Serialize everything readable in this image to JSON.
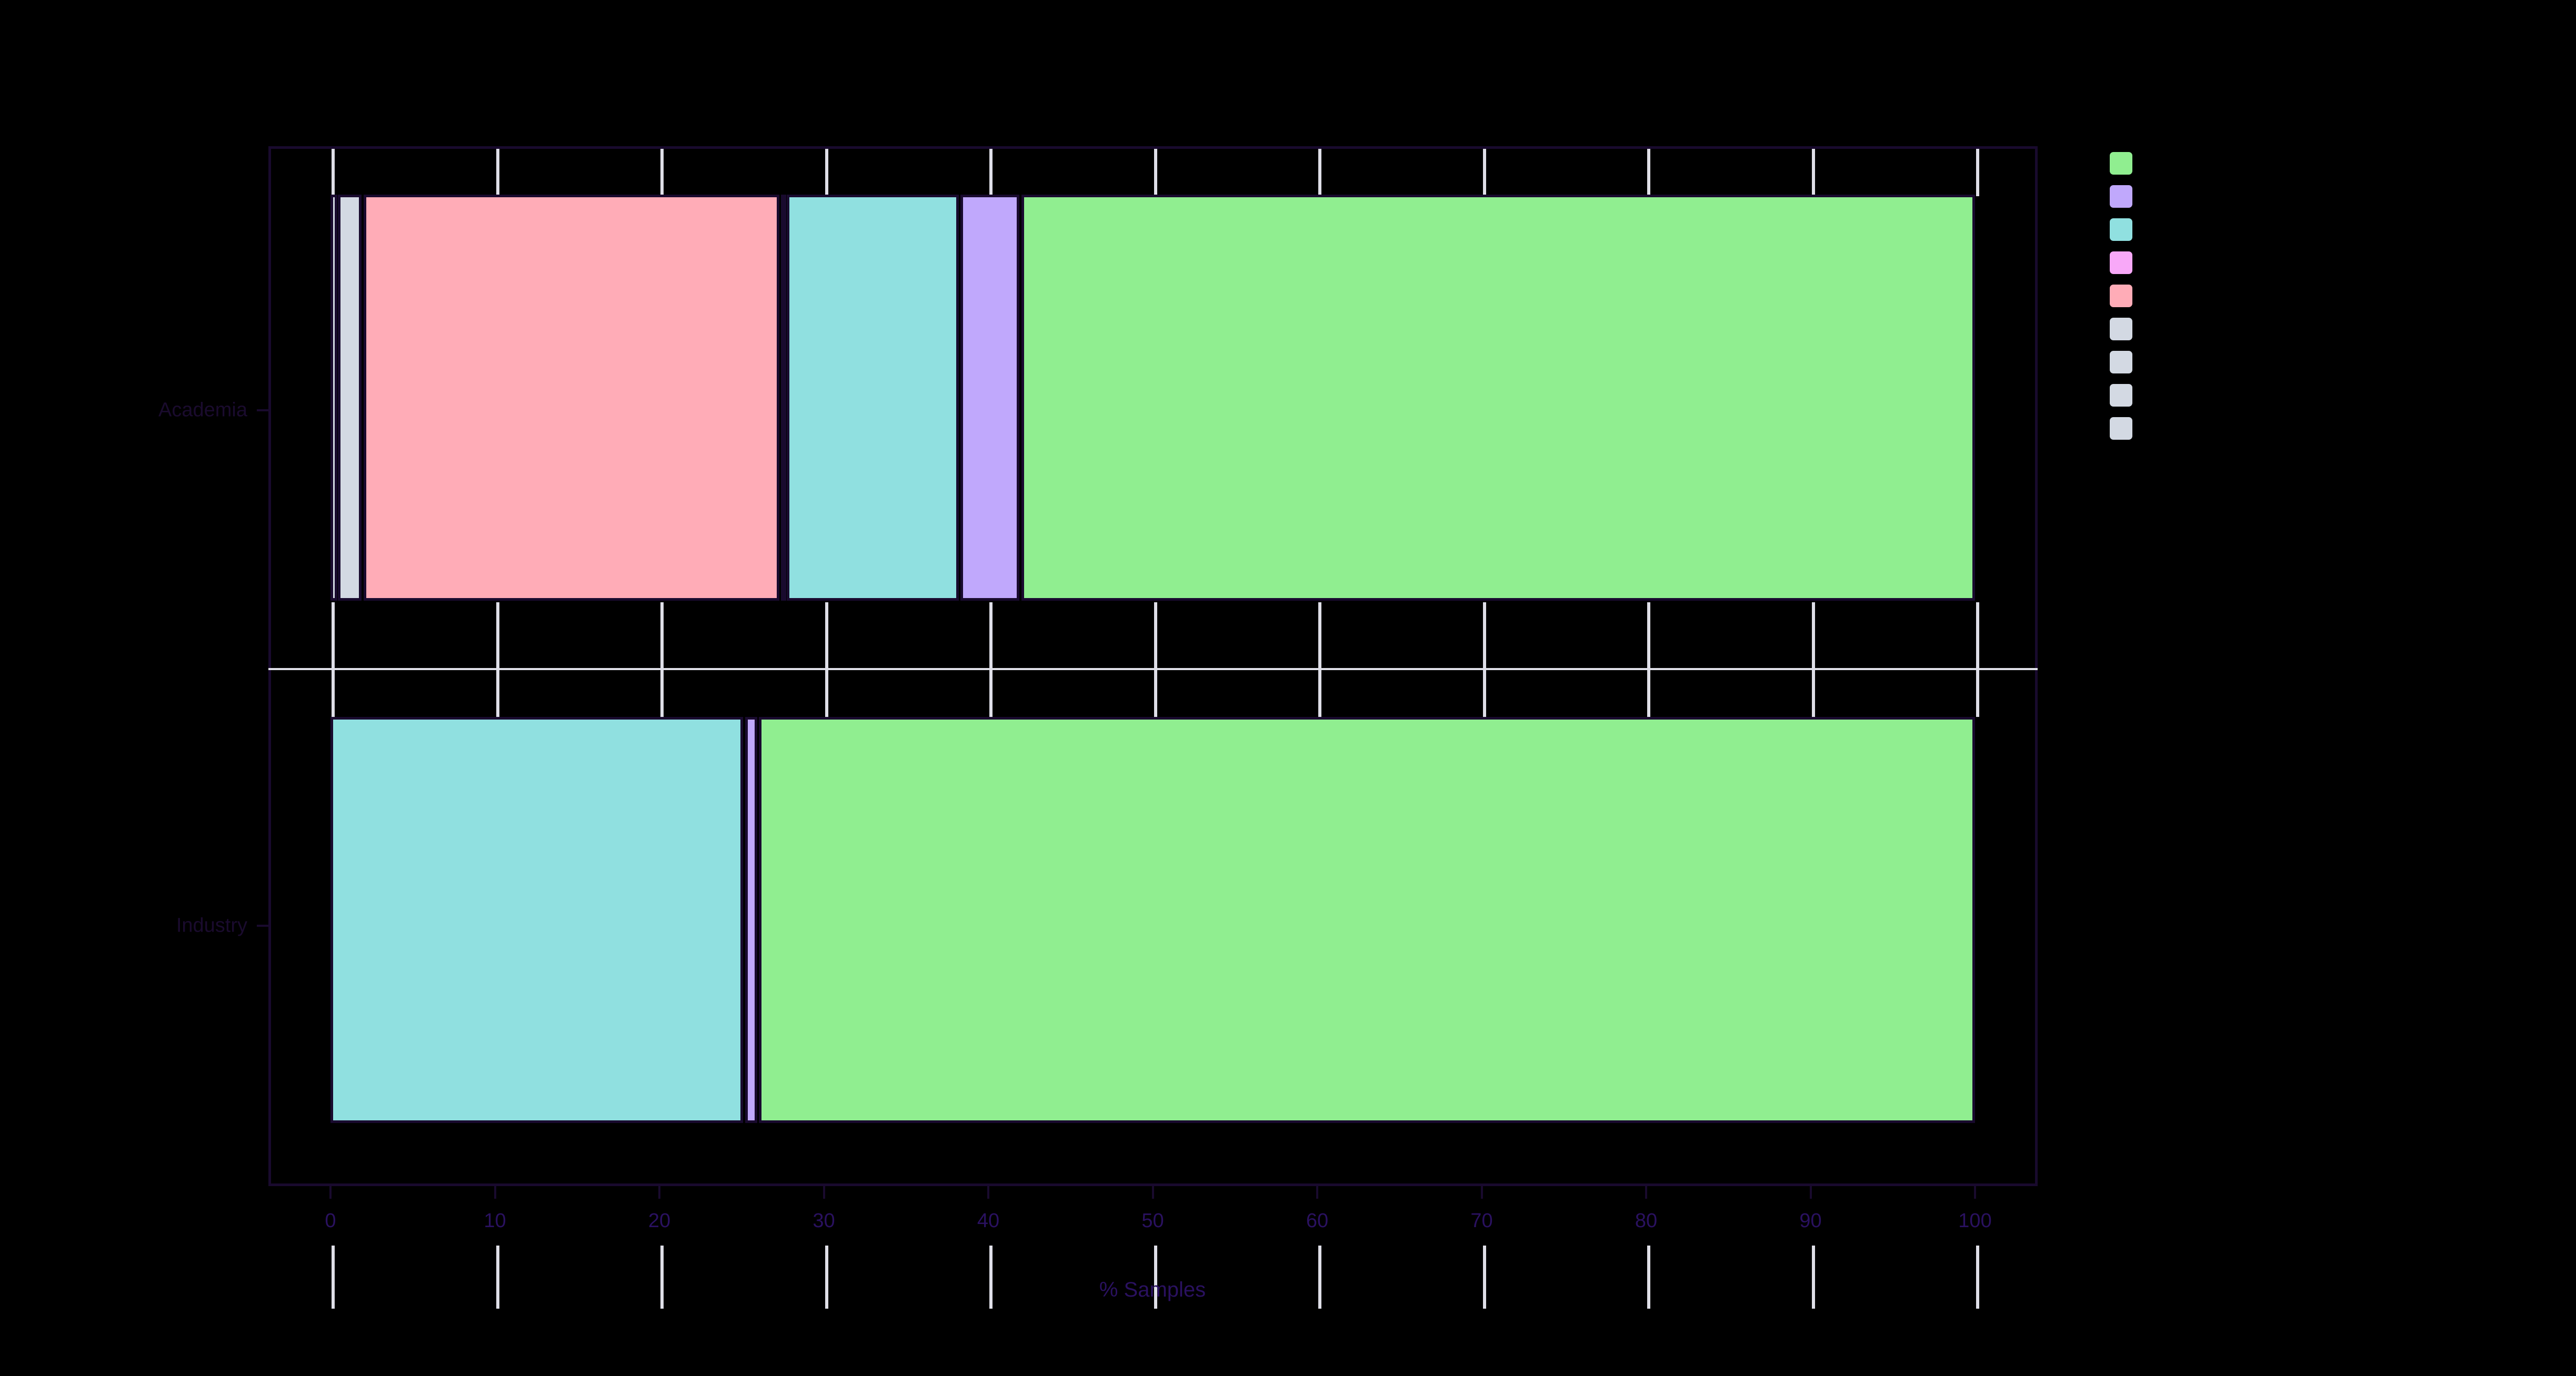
{
  "chart_data": {
    "type": "bar",
    "orientation": "horizontal",
    "stacked": true,
    "stack_mode": "percent",
    "title": "",
    "xlabel": "% Samples",
    "ylabel": "",
    "xlim": [
      0,
      100
    ],
    "xticks": [
      0,
      10,
      20,
      30,
      40,
      50,
      60,
      70,
      80,
      90,
      100
    ],
    "xticklabels": [
      "0",
      "10",
      "20",
      "30",
      "40",
      "50",
      "60",
      "70",
      "80",
      "90",
      "100"
    ],
    "categories": [
      "Academia",
      "Industry"
    ],
    "grid": true,
    "grid_axis": "x",
    "legend_position": "right",
    "legend_labels": [
      "",
      "",
      "",
      "",
      "",
      "",
      "",
      "",
      ""
    ],
    "series": [
      {
        "name": "series-1",
        "color": "#90ee90",
        "values": [
          58.4,
          74.3
        ]
      },
      {
        "name": "series-2",
        "color": "#c0a8fc",
        "values": [
          3.5,
          0.65
        ]
      },
      {
        "name": "series-3",
        "color": "#90e0e0",
        "values": [
          10.5,
          25.0
        ]
      },
      {
        "name": "series-4",
        "color": "#f8a8f8",
        "values": [
          0.15,
          0.0
        ]
      },
      {
        "name": "series-5",
        "color": "#ffacb7",
        "values": [
          25.5,
          0.0
        ]
      },
      {
        "name": "series-6",
        "color": "#d3d9e3",
        "values": [
          1.5,
          0.0
        ]
      },
      {
        "name": "series-7",
        "color": "#d3d9e3",
        "values": [
          0.4,
          0.0
        ]
      },
      {
        "name": "series-8",
        "color": "#d3d9e3",
        "values": [
          0.0,
          0.0
        ]
      },
      {
        "name": "series-9",
        "color": "#d3d9e3",
        "values": [
          0.0,
          0.0
        ]
      }
    ],
    "stacks": {
      "Academia": [
        {
          "color": "#d3d9e3",
          "start": 0.0,
          "width": 0.4
        },
        {
          "color": "#d3d9e3",
          "start": 0.45,
          "width": 1.45
        },
        {
          "color": "#ffacb7",
          "start": 2.0,
          "width": 25.3
        },
        {
          "color": "#f8a8f8",
          "start": 27.4,
          "width": 0.25
        },
        {
          "color": "#90e0e0",
          "start": 27.75,
          "width": 10.45
        },
        {
          "color": "#c0a8fc",
          "start": 38.3,
          "width": 3.6
        },
        {
          "color": "#90ee90",
          "start": 42.0,
          "width": 58.0
        }
      ],
      "Industry": [
        {
          "color": "#90e0e0",
          "start": 0.0,
          "width": 25.1
        },
        {
          "color": "#c0a8fc",
          "start": 25.2,
          "width": 0.75
        },
        {
          "color": "#90ee90",
          "start": 26.05,
          "width": 73.95
        }
      ]
    }
  },
  "axes": {
    "x_axis_title": "% Samples",
    "x_tick_labels": [
      "0",
      "10",
      "20",
      "30",
      "40",
      "50",
      "60",
      "70",
      "80",
      "90",
      "100"
    ],
    "y_tick_labels": [
      "Academia",
      "Industry"
    ]
  },
  "legend": {
    "items": [
      {
        "name": "legend-swatch-1",
        "color": "#90ee90",
        "label": ""
      },
      {
        "name": "legend-swatch-2",
        "color": "#c0a8fc",
        "label": ""
      },
      {
        "name": "legend-swatch-3",
        "color": "#90e0e0",
        "label": ""
      },
      {
        "name": "legend-swatch-4",
        "color": "#f8a8f8",
        "label": ""
      },
      {
        "name": "legend-swatch-5",
        "color": "#ffacb7",
        "label": ""
      },
      {
        "name": "legend-swatch-6",
        "color": "#d3d9e3",
        "label": ""
      },
      {
        "name": "legend-swatch-7",
        "color": "#d3d9e3",
        "label": ""
      },
      {
        "name": "legend-swatch-8",
        "color": "#d3d9e3",
        "label": ""
      },
      {
        "name": "legend-swatch-9",
        "color": "#d3d9e3",
        "label": ""
      }
    ]
  },
  "theme": {
    "background": "#000000",
    "axis_color": "#190a2e",
    "grid_color": "#dfdfe8",
    "tick_label_color": "#2a1160",
    "category_label_color": "#1a0b2e"
  }
}
